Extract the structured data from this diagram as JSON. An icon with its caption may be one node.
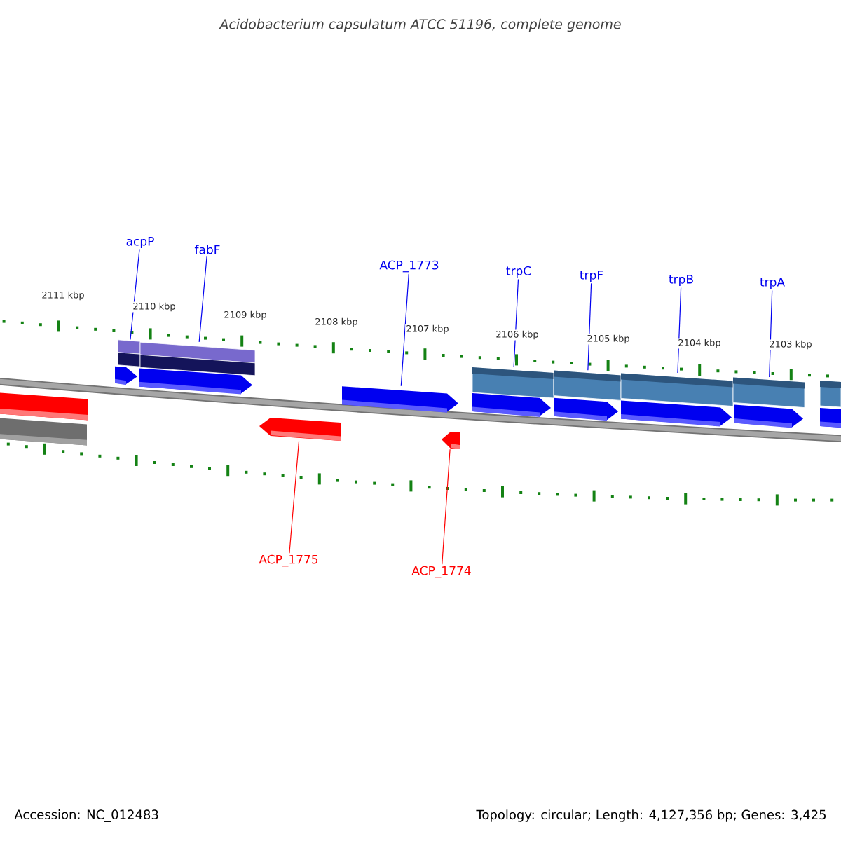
{
  "diagram": {
    "title": "Acidobacterium capsulatum ATCC 51196, complete genome",
    "nodes": [
      {
        "text": [
          "acpP"
        ]
      },
      {
        "text": [
          "fabF"
        ]
      },
      {
        "text": [
          "ACP_1773"
        ]
      },
      {
        "text": [
          "trpC"
        ]
      },
      {
        "text": [
          "trpF"
        ]
      },
      {
        "text": [
          "trpB"
        ]
      },
      {
        "text": [
          "trpA"
        ]
      },
      {
        "text": [
          "ACP_1775"
        ]
      },
      {
        "text": [
          "ACP_1774"
        ]
      },
      {
        "text": [],
        "shape": "bar"
      },
      {
        "text": [],
        "shape": "bar"
      },
      {
        "text": [],
        "shape": "bar"
      },
      {
        "text": [],
        "shape": "bar"
      },
      {
        "text": [],
        "shape": "bar"
      },
      {
        "text": [],
        "shape": "bar"
      },
      {
        "text": [],
        "shape": "bar"
      },
      {
        "text": [],
        "shape": "pentagon"
      },
      {
        "text": [],
        "shape": "pentagon"
      },
      {
        "text": [],
        "shape": "pentagon"
      },
      {
        "text": [],
        "shape": "pentagon"
      },
      {
        "text": [],
        "shape": "pentagon"
      },
      {
        "text": [],
        "shape": "pentagon"
      },
      {
        "text": [],
        "shape": "pentagon"
      },
      {
        "text": [],
        "shape": "pentagon"
      },
      {
        "text": [],
        "shape": "pentagon"
      },
      {
        "text": [],
        "shape": "pentagon"
      },
      {
        "text": [],
        "shape": "pentagon"
      },
      {
        "text": [],
        "shape": "pentagon"
      }
    ],
    "edges": [
      {
        "from": 0,
        "to": 9,
        "arrow": "none"
      },
      {
        "from": 1,
        "to": 10,
        "arrow": "none"
      },
      {
        "from": 2,
        "to": 20,
        "arrow": "none"
      },
      {
        "from": 3,
        "to": 11,
        "arrow": "none"
      },
      {
        "from": 4,
        "to": 12,
        "arrow": "none"
      },
      {
        "from": 5,
        "to": 13,
        "arrow": "none"
      },
      {
        "from": 6,
        "to": 14,
        "arrow": "none"
      },
      {
        "from": 7,
        "to": 26,
        "arrow": "none",
        "color": "#ff0000"
      },
      {
        "from": 8,
        "to": 27,
        "arrow": "none",
        "color": "#ff0000"
      }
    ],
    "labels": [
      "2111 kbp",
      "2110 kbp",
      "2109 kbp",
      "2108 kbp",
      "2107 kbp",
      "2106 kbp",
      "2105 kbp",
      "2104 kbp",
      "2103 kbp",
      "Accession: NC_012483",
      "Topology: circular; Length: 4,127,356 bp; Genes: 3,425"
    ]
  }
}
